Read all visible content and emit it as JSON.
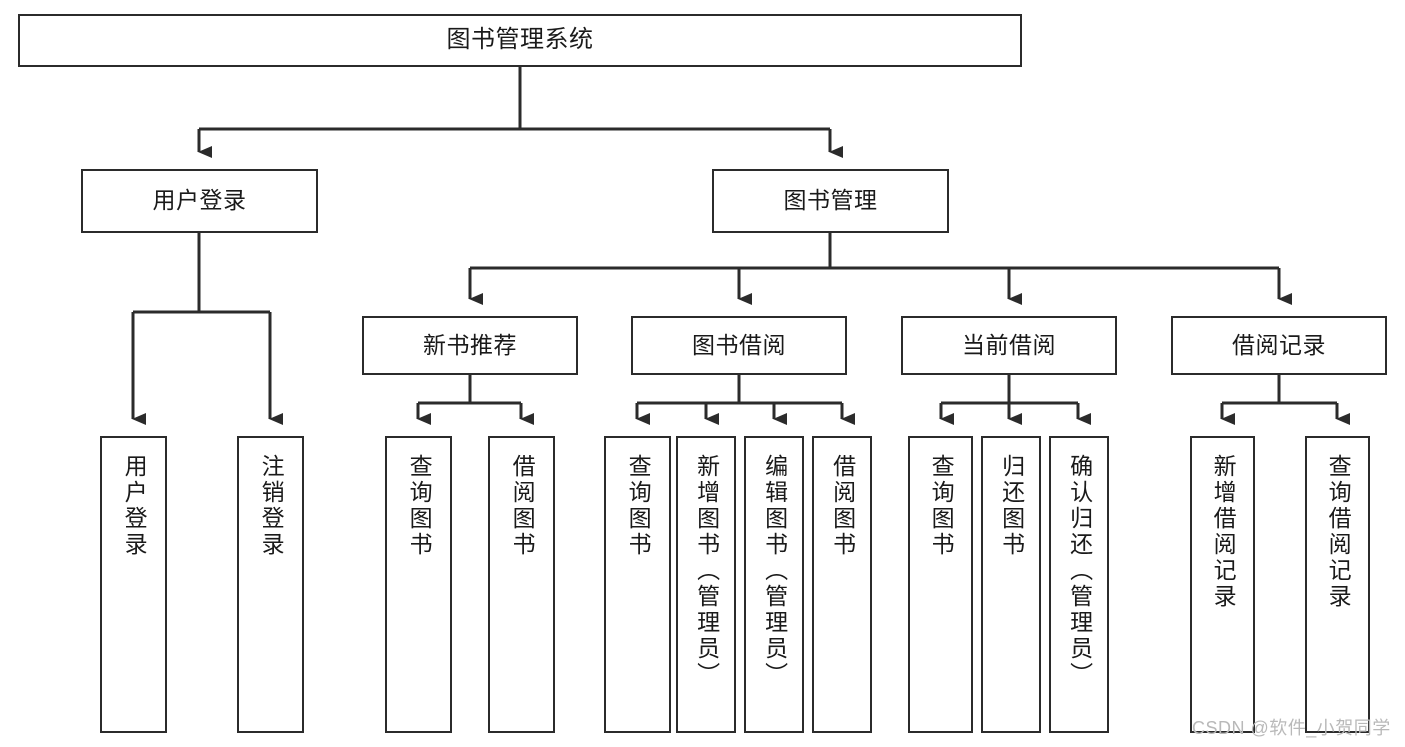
{
  "diagram": {
    "title": "图书管理系统",
    "type": "tree-hierarchy-flowchart",
    "colors": {
      "node_border": "#2b2b2b",
      "node_fill": "#ffffff",
      "edge": "#333333",
      "text": "#1a1a1a",
      "watermark": "#b9b9b9"
    },
    "nodes": {
      "root": {
        "label": "图书管理系统"
      },
      "level2": [
        {
          "label": "用户登录"
        },
        {
          "label": "图书管理"
        }
      ],
      "level3": [
        {
          "label": "新书推荐"
        },
        {
          "label": "图书借阅"
        },
        {
          "label": "当前借阅"
        },
        {
          "label": "借阅记录"
        }
      ],
      "leaves_user_login": [
        {
          "label": "用户登录"
        },
        {
          "label": "注销登录"
        }
      ],
      "leaves_new_book": [
        {
          "label": "查询图书"
        },
        {
          "label": "借阅图书"
        }
      ],
      "leaves_borrow": [
        {
          "label": "查询图书"
        },
        {
          "label": "新增图书（管理员）"
        },
        {
          "label": "编辑图书（管理员）"
        },
        {
          "label": "借阅图书"
        }
      ],
      "leaves_current": [
        {
          "label": "查询图书"
        },
        {
          "label": "归还图书"
        },
        {
          "label": "确认归还（管理员）"
        }
      ],
      "leaves_records": [
        {
          "label": "新增借阅记录"
        },
        {
          "label": "查询借阅记录"
        }
      ]
    },
    "watermark": "CSDN @软件_小贺同学"
  }
}
